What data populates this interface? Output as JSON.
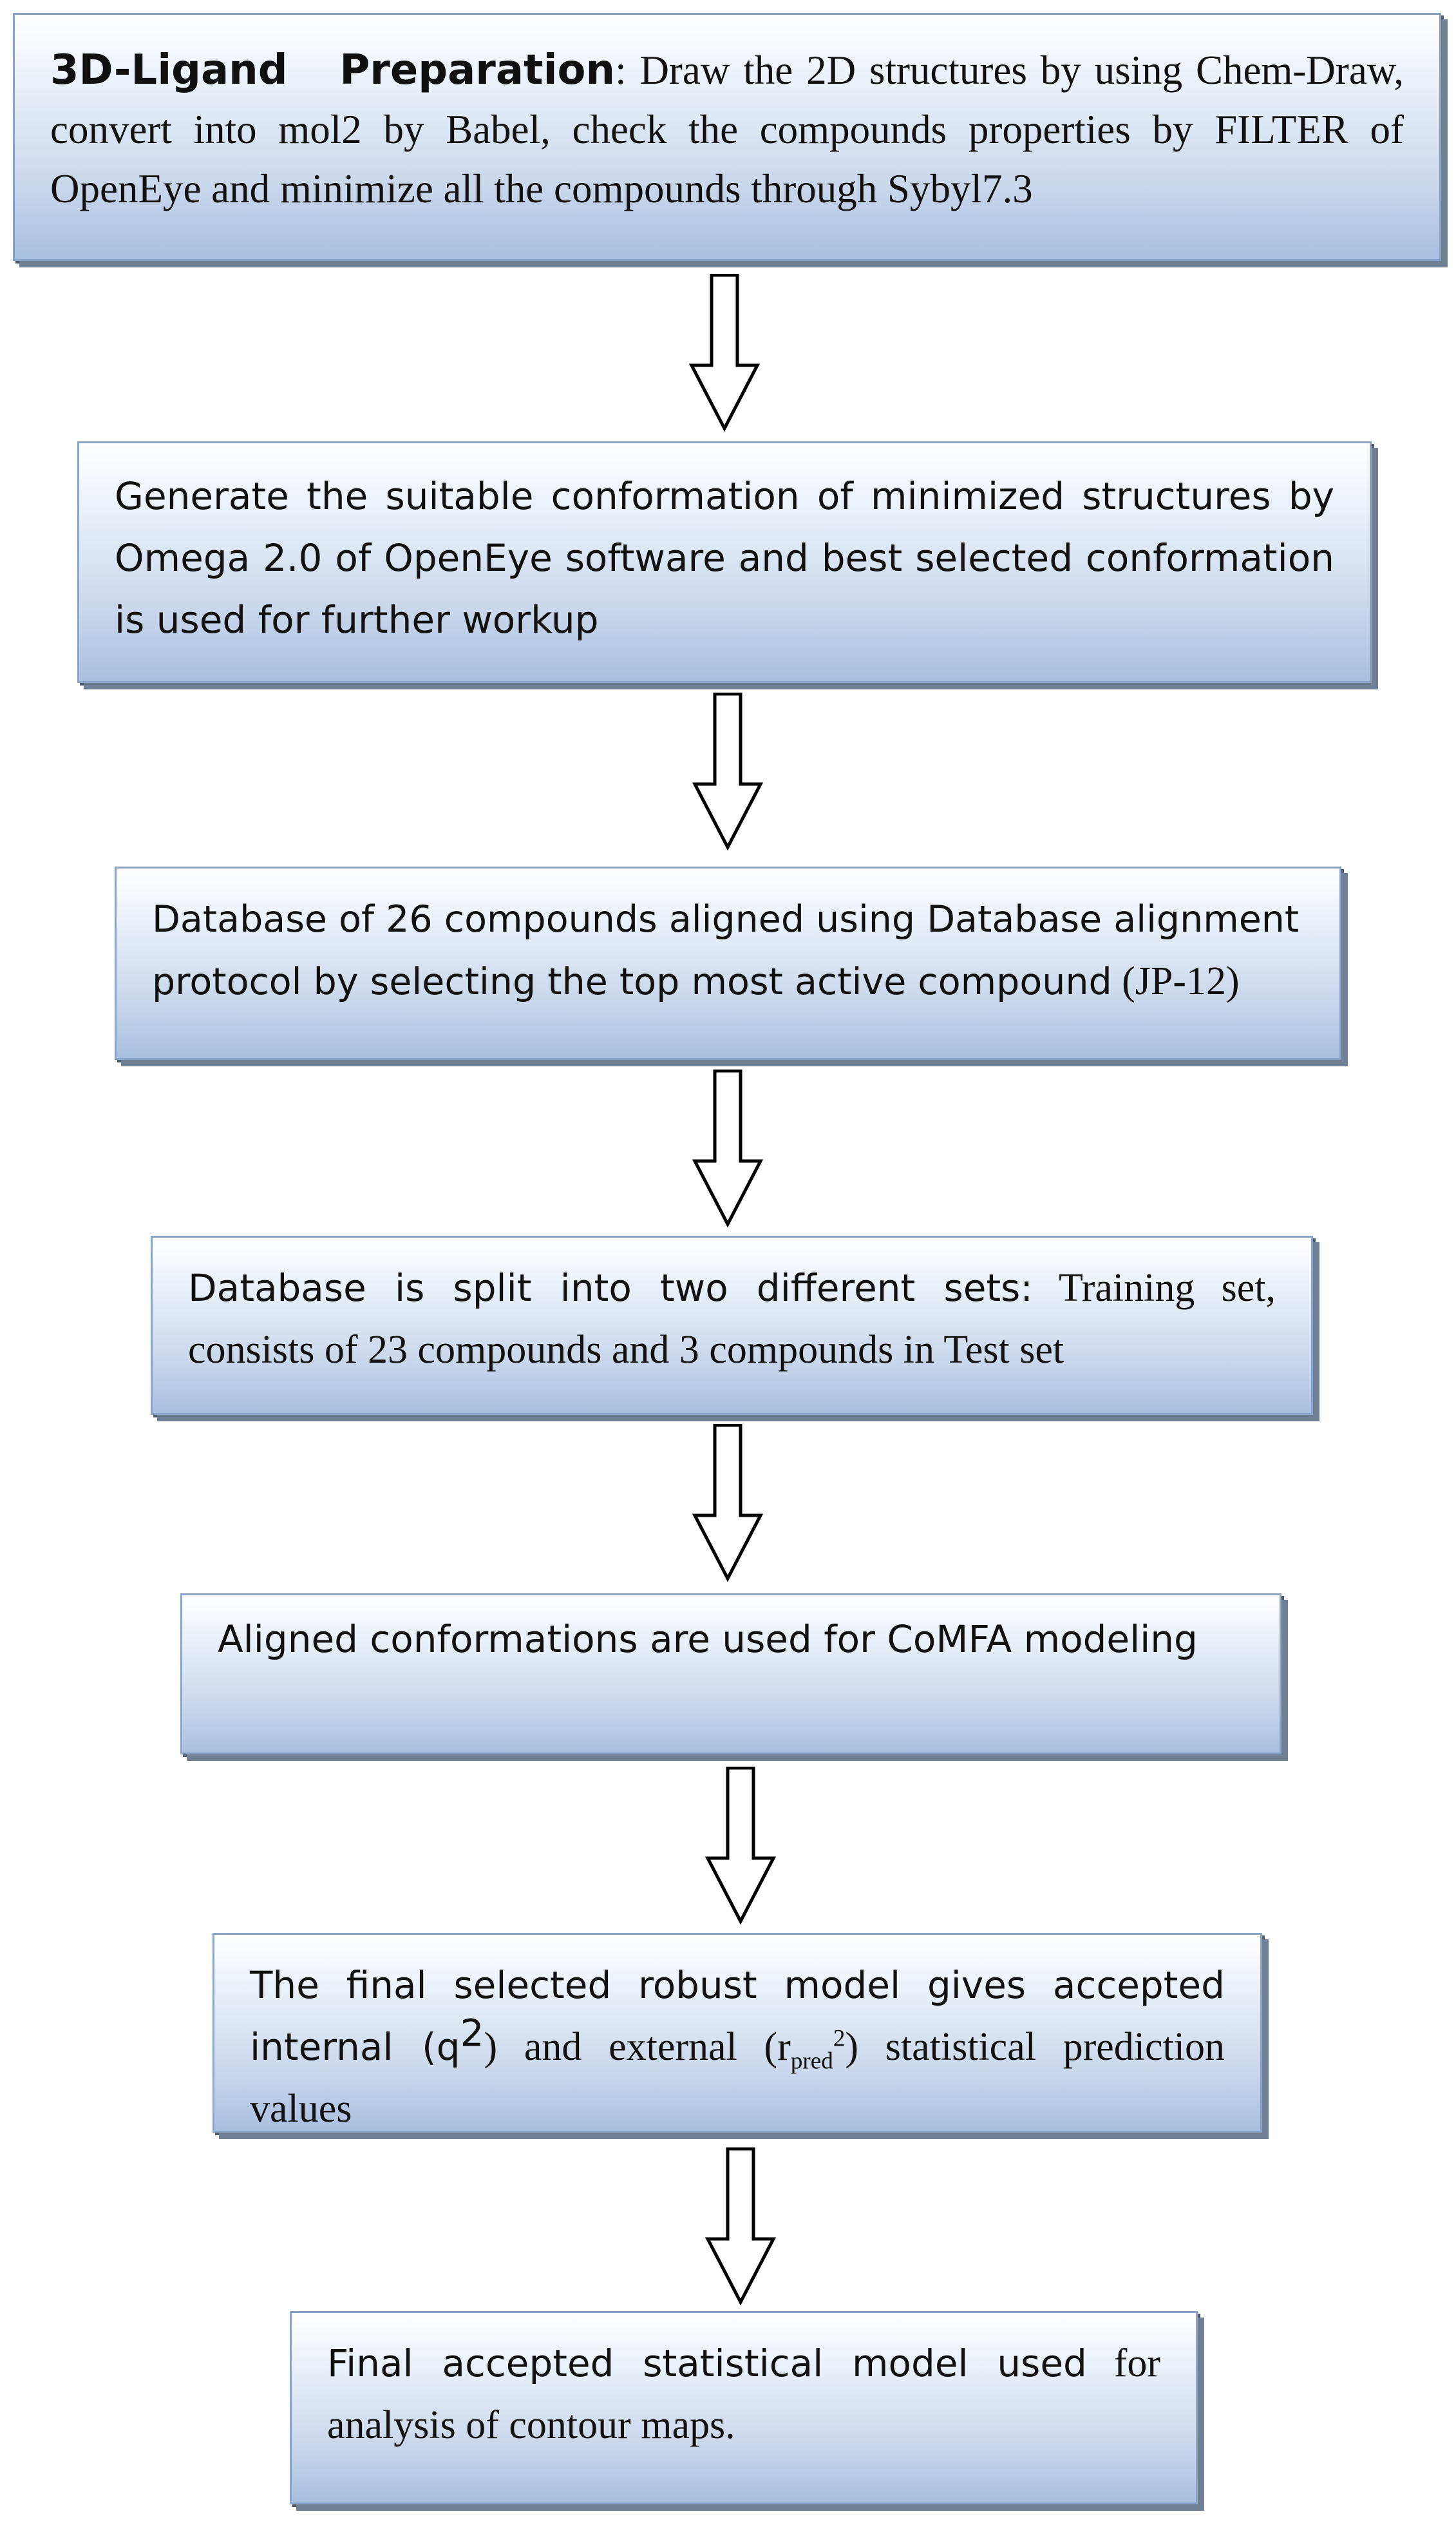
{
  "steps": {
    "s1": {
      "title": "3D-Ligand",
      "title2": "Preparation",
      "colon": ":",
      "text": " Draw the 2D structures by using Chem-Draw, convert into mol2 by Babel, check the compounds properties by FILTER of OpenEye and minimize all the compounds through Sybyl7.3"
    },
    "s2": {
      "text": "Generate the suitable conformation of minimized structures by Omega 2.0 of OpenEye software and best selected conformation is used for further workup"
    },
    "s3": {
      "text1": "Database of 26 compounds aligned using Database alignment protocol by selecting the top most active compound",
      "text2": " (JP-12)"
    },
    "s4": {
      "text1": "Database is split into two different sets:",
      "text2": " Training set, consists of 23 compounds and 3 compounds in Test set"
    },
    "s5": {
      "text": "Aligned conformations are used for CoMFA modeling"
    },
    "s6": {
      "text1": "The final selected robust model gives accepted internal (q",
      "sup1": "2",
      "text2": ") and external (r",
      "sub1": "pred",
      "sup2": "2",
      "text3": ") statistical prediction values"
    },
    "s7": {
      "text1": "Final accepted statistical model used",
      "text2": " for analysis of contour maps."
    }
  },
  "colors": {
    "box_border": "#8aa4c8",
    "box_shadow": "#6f7f94",
    "box_fill_top": "#ffffff",
    "box_fill_bottom": "#a9bfdf",
    "arrow": "#000000"
  }
}
